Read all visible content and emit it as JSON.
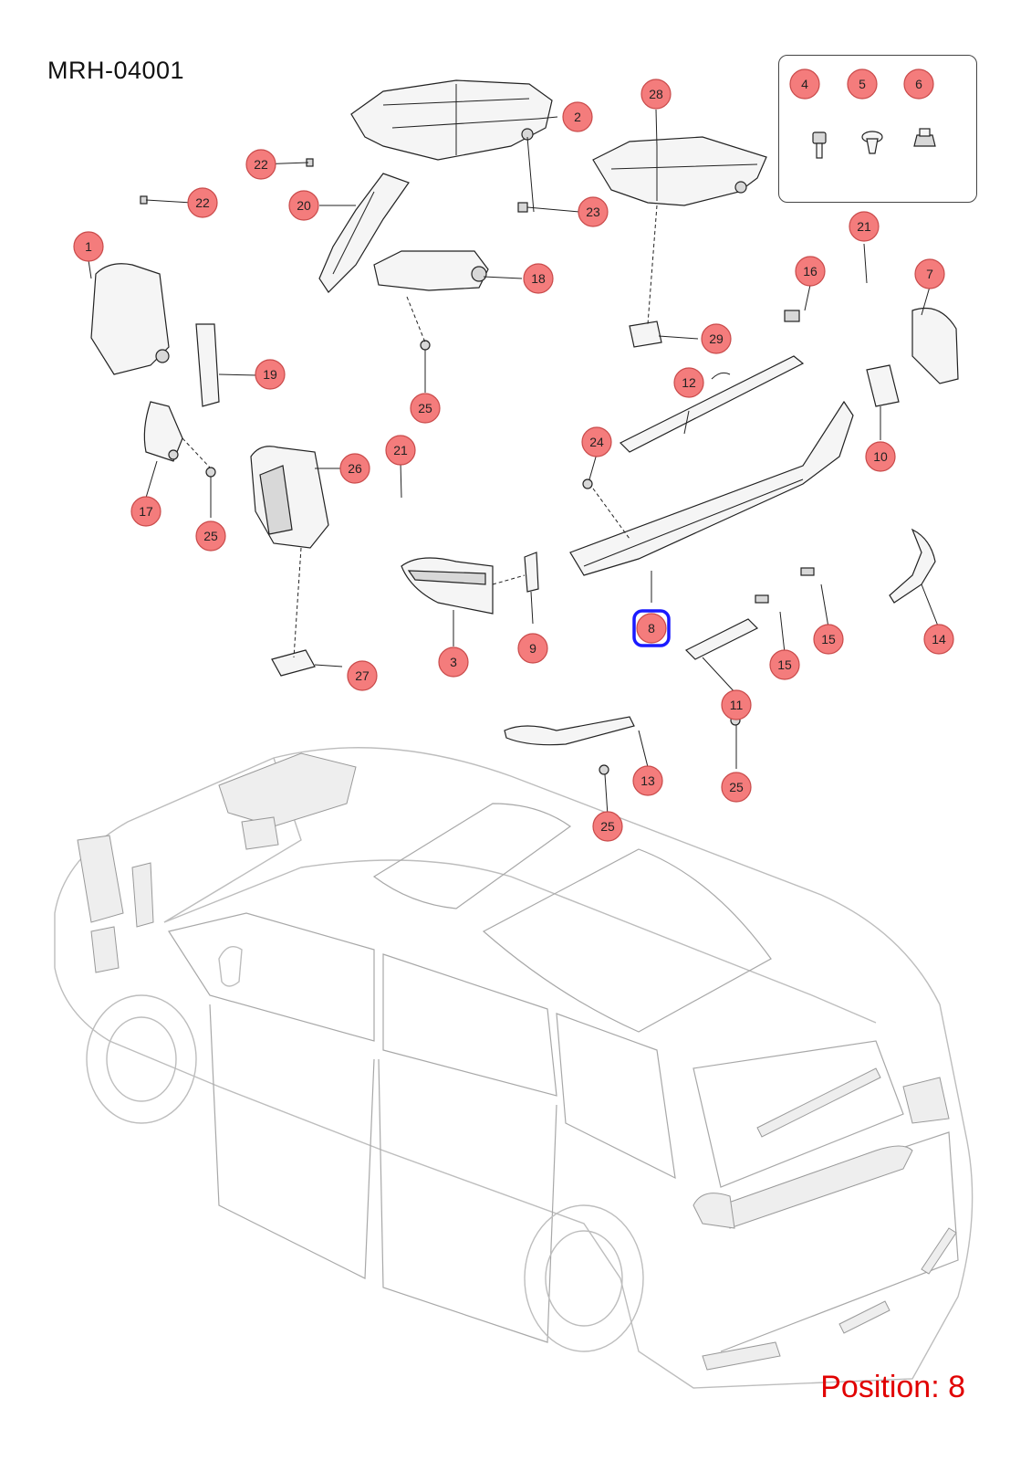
{
  "diagram_code": "MRH-04001",
  "position_label": "Position: 8",
  "selected_position": "8",
  "callouts": [
    {
      "id": "c1",
      "label": "1"
    },
    {
      "id": "c2",
      "label": "2"
    },
    {
      "id": "c3",
      "label": "3"
    },
    {
      "id": "c4",
      "label": "4"
    },
    {
      "id": "c5",
      "label": "5"
    },
    {
      "id": "c6",
      "label": "6"
    },
    {
      "id": "c7",
      "label": "7"
    },
    {
      "id": "c8",
      "label": "8"
    },
    {
      "id": "c9",
      "label": "9"
    },
    {
      "id": "c10",
      "label": "10"
    },
    {
      "id": "c11",
      "label": "11"
    },
    {
      "id": "c12",
      "label": "12"
    },
    {
      "id": "c13",
      "label": "13"
    },
    {
      "id": "c14",
      "label": "14"
    },
    {
      "id": "c15a",
      "label": "15"
    },
    {
      "id": "c15b",
      "label": "15"
    },
    {
      "id": "c16",
      "label": "16"
    },
    {
      "id": "c17",
      "label": "17"
    },
    {
      "id": "c18",
      "label": "18"
    },
    {
      "id": "c19",
      "label": "19"
    },
    {
      "id": "c20",
      "label": "20"
    },
    {
      "id": "c21a",
      "label": "21"
    },
    {
      "id": "c21b",
      "label": "21"
    },
    {
      "id": "c22a",
      "label": "22"
    },
    {
      "id": "c22b",
      "label": "22"
    },
    {
      "id": "c23",
      "label": "23"
    },
    {
      "id": "c24",
      "label": "24"
    },
    {
      "id": "c25a",
      "label": "25"
    },
    {
      "id": "c25b",
      "label": "25"
    },
    {
      "id": "c25c",
      "label": "25"
    },
    {
      "id": "c25d",
      "label": "25"
    },
    {
      "id": "c26",
      "label": "26"
    },
    {
      "id": "c27",
      "label": "27"
    },
    {
      "id": "c28",
      "label": "28"
    },
    {
      "id": "c29",
      "label": "29"
    }
  ]
}
